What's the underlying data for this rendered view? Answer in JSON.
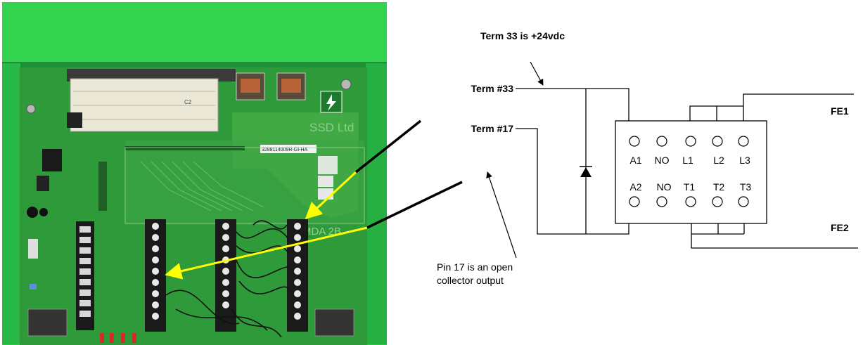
{
  "photo": {
    "board_marks": {
      "company": "SSD Ltd",
      "part_number": "3288114009R-GI-HA",
      "model": "MDA 2B",
      "connector": "C2"
    }
  },
  "annotations": {
    "top_note": "Term 33 is +24vdc",
    "bottom_note_line1": "Pin 17 is an open",
    "bottom_note_line2": "collector output"
  },
  "terminals": {
    "t33": "Term #33",
    "t17": "Term #17"
  },
  "outputs": {
    "fe1": "FE1",
    "fe2": "FE2"
  },
  "contactor": {
    "top_labels": [
      "A1",
      "NO",
      "L1",
      "L2",
      "L3"
    ],
    "bottom_labels": [
      "A2",
      "NO",
      "T1",
      "T2",
      "T3"
    ]
  },
  "colors": {
    "board_green": "#2f9a3a",
    "case_green": "#2ec94a",
    "arrow_yellow": "#ffff00",
    "line": "#000000"
  }
}
